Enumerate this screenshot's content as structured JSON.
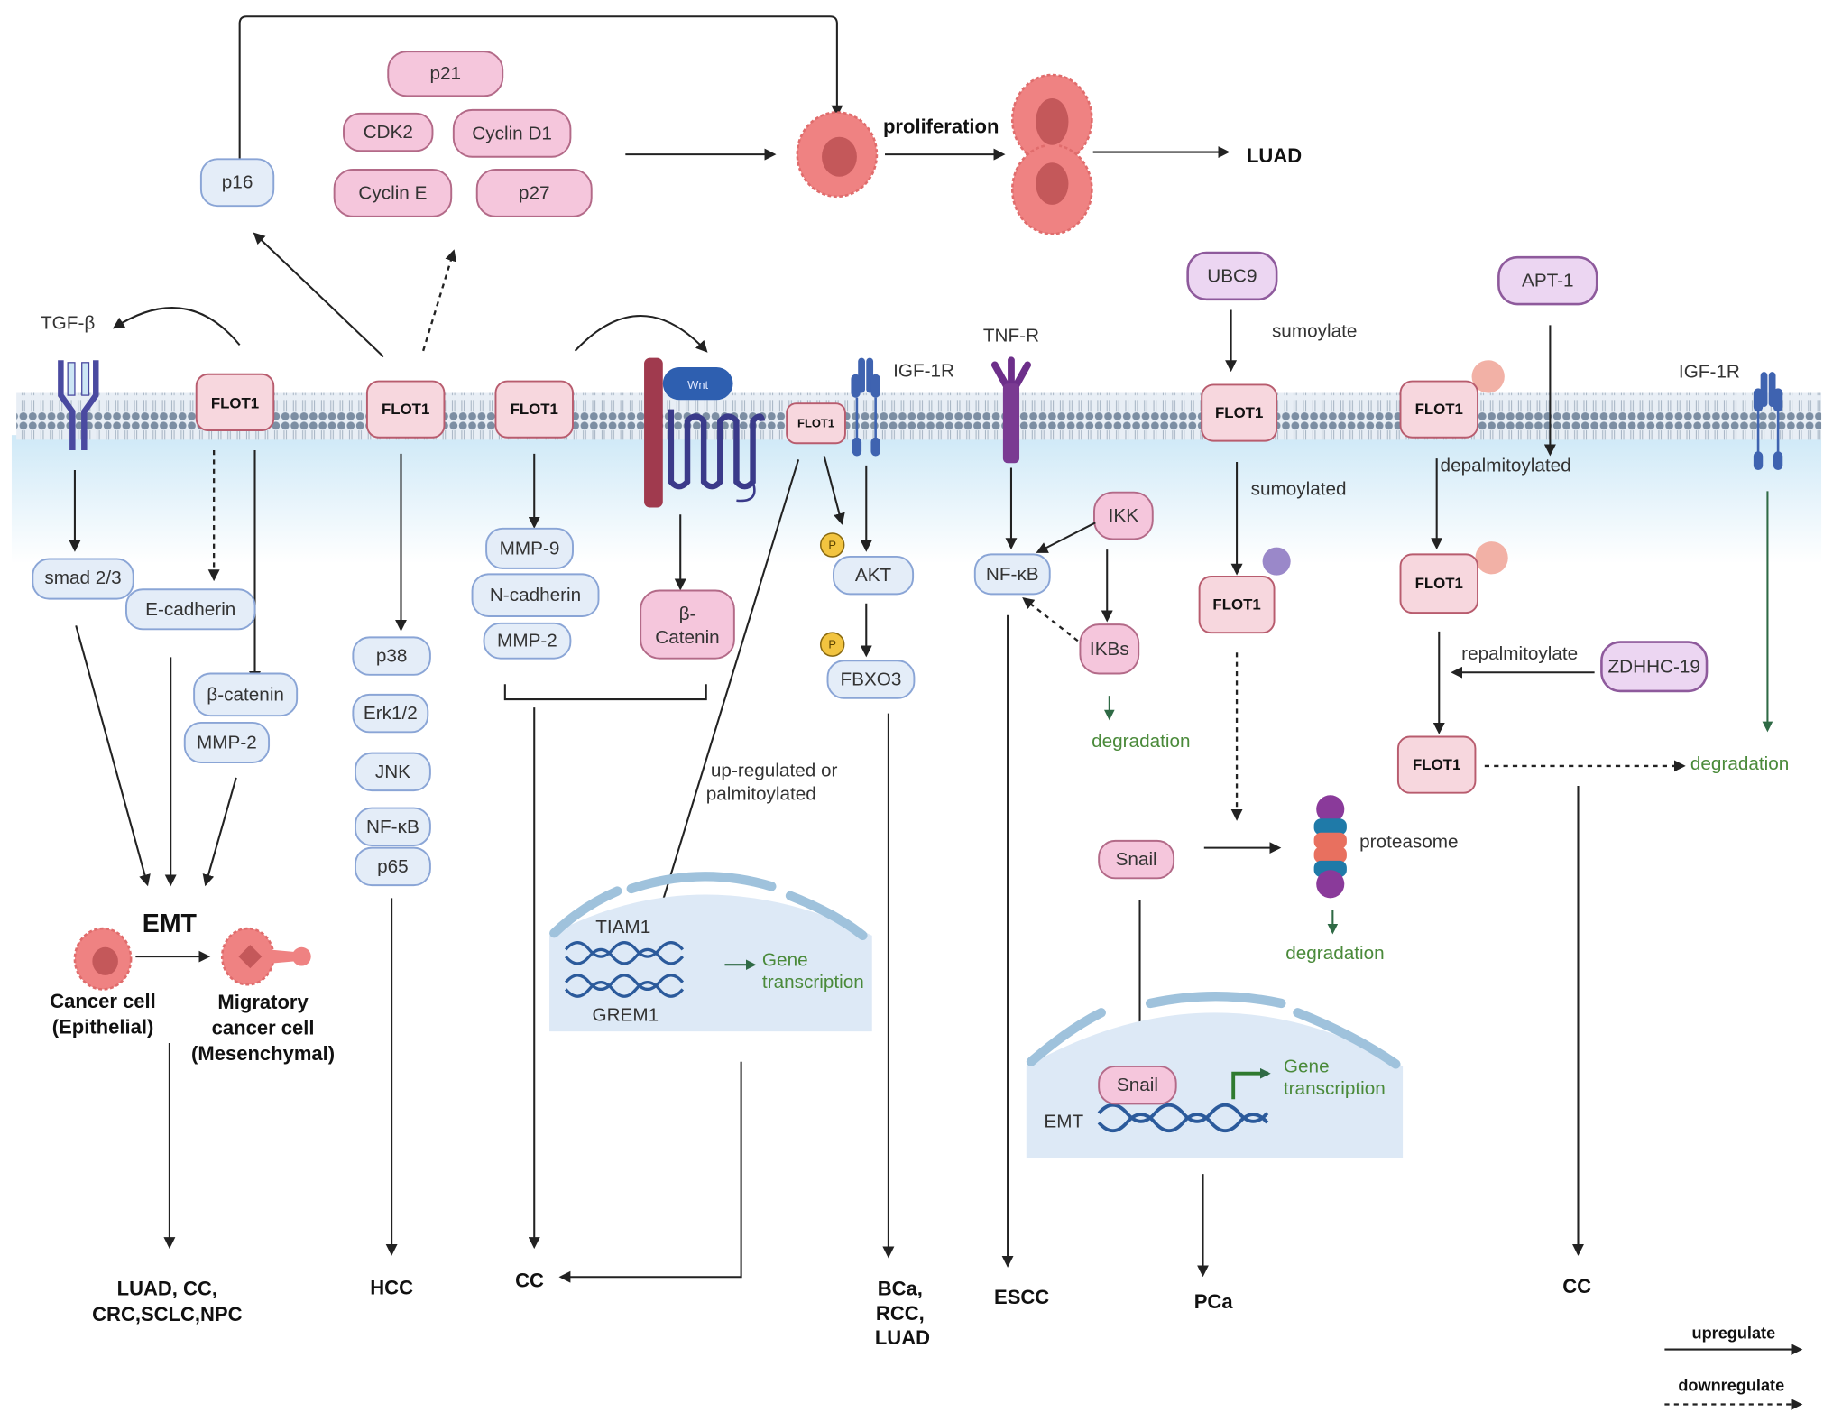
{
  "top": {
    "p16": "p16",
    "p21": "p21",
    "cdk2": "CDK2",
    "cyclin_d1": "Cyclin D1",
    "cyclin_e": "Cyclin E",
    "p27": "p27",
    "proliferation": "proliferation",
    "luad": "LUAD"
  },
  "membrane": {
    "tgf_beta": "TGF-β",
    "flot1": "FLOT1",
    "wnt": "Wnt",
    "igf1r": "IGF-1R",
    "tnfr": "TNF-R",
    "ubc9": "UBC9",
    "sumoylate": "sumoylate",
    "apt1": "APT-1"
  },
  "emt_pathway": {
    "smad": "smad 2/3",
    "e_cadherin": "E-cadherin",
    "beta_catenin": "β-catenin",
    "mmp2": "MMP-2",
    "emt": "EMT",
    "cancer_cell": [
      "Cancer cell",
      "(Epithelial)"
    ],
    "migratory_cell": [
      "Migratory",
      "cancer cell",
      "(Mesenchymal)"
    ],
    "outcome": [
      "LUAD, CC,",
      "CRC,SCLC,NPC"
    ]
  },
  "mapk_pathway": {
    "items": [
      "p38",
      "Erk1/2",
      "JNK",
      "NF-κB",
      "p65"
    ],
    "outcome": "HCC"
  },
  "wnt_pathway": {
    "mmp9": "MMP-9",
    "n_cadherin": "N-cadherin",
    "mmp2": "MMP-2",
    "beta_catenin": [
      "β-",
      "Catenin"
    ],
    "note": [
      "up-regulated or",
      "palmitoylated"
    ],
    "tiam1": "TIAM1",
    "grem1": "GREM1",
    "gene_transcription": [
      "Gene",
      "transcription"
    ],
    "outcome": "CC"
  },
  "akt_pathway": {
    "p": "P",
    "akt": "AKT",
    "fbxo3": "FBXO3",
    "outcome": [
      "BCa,",
      "RCC,",
      "LUAD"
    ]
  },
  "nfkb_pathway": {
    "nfkb": "NF-κB",
    "ikk": "IKK",
    "ikbs": "IKBs",
    "degradation": "degradation",
    "outcome": "ESCC"
  },
  "sumo_pathway": {
    "sumoylated": "sumoylated",
    "snail": "Snail",
    "proteasome": "proteasome",
    "degradation": "degradation",
    "emt": "EMT",
    "gene_transcription": [
      "Gene",
      "transcription"
    ],
    "outcome": "PCa"
  },
  "palm_pathway": {
    "depalmitoylated": "depalmitoylated",
    "repalmitoylate": "repalmitoylate",
    "zdhhc19": "ZDHHC-19",
    "degradation": "degradation",
    "outcome": "CC"
  },
  "legend": {
    "upregulate": "upregulate",
    "downregulate": "downregulate"
  },
  "colors": {
    "pink_protein": "#f5c6dc",
    "blue_protein": "#e4edf8",
    "flot1": "#f7d7de",
    "enzyme_purple": "#ecd6f2",
    "cell": "#ef7f7f",
    "degradation_green": "#4a8a3a"
  }
}
